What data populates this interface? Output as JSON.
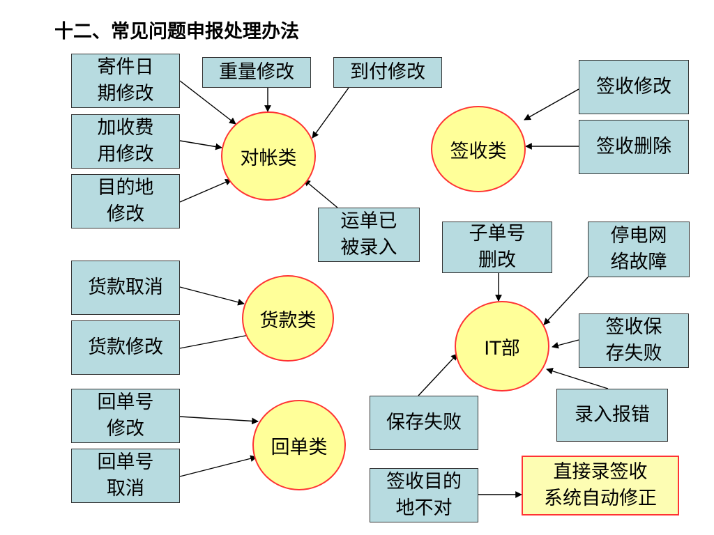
{
  "title": "十二、常见问题申报处理办法",
  "categories": {
    "duizhang": "对帐类",
    "qianshou": "签收类",
    "huokuan": "货款类",
    "huidan": "回单类",
    "it": "IT部"
  },
  "issues": {
    "jijian_riqi": "寄件日\n期修改",
    "zhongliang": "重量修改",
    "daofu": "到付修改",
    "jiashou_feiyong": "加收费\n用修改",
    "mudidi": "目的地\n修改",
    "yundan_luru": "运单已\n被录入",
    "qianshou_xiugai": "签收修改",
    "qianshou_shanchu": "签收删除",
    "huokuan_quxiao": "货款取消",
    "huokuan_xiugai": "货款修改",
    "huidanhao_xiugai": "回单号\n修改",
    "huidanhao_quxiao": "回单号\n取消",
    "zidanhao": "子单号\n删改",
    "tingdian": "停电网\n络故障",
    "qianshou_baocun": "签收保\n存失败",
    "baocun_shibai": "保存失败",
    "luru_baocuo": "录入报错",
    "qianshou_mudidi": "签收目的\n地不对"
  },
  "solution": "直接录签收\n系统自动修正",
  "colors": {
    "box_fill": "#b7dbe0",
    "circle_fill": "#ffff99",
    "circle_border": "#ff3333",
    "result_fill": "#fdfdb3"
  }
}
